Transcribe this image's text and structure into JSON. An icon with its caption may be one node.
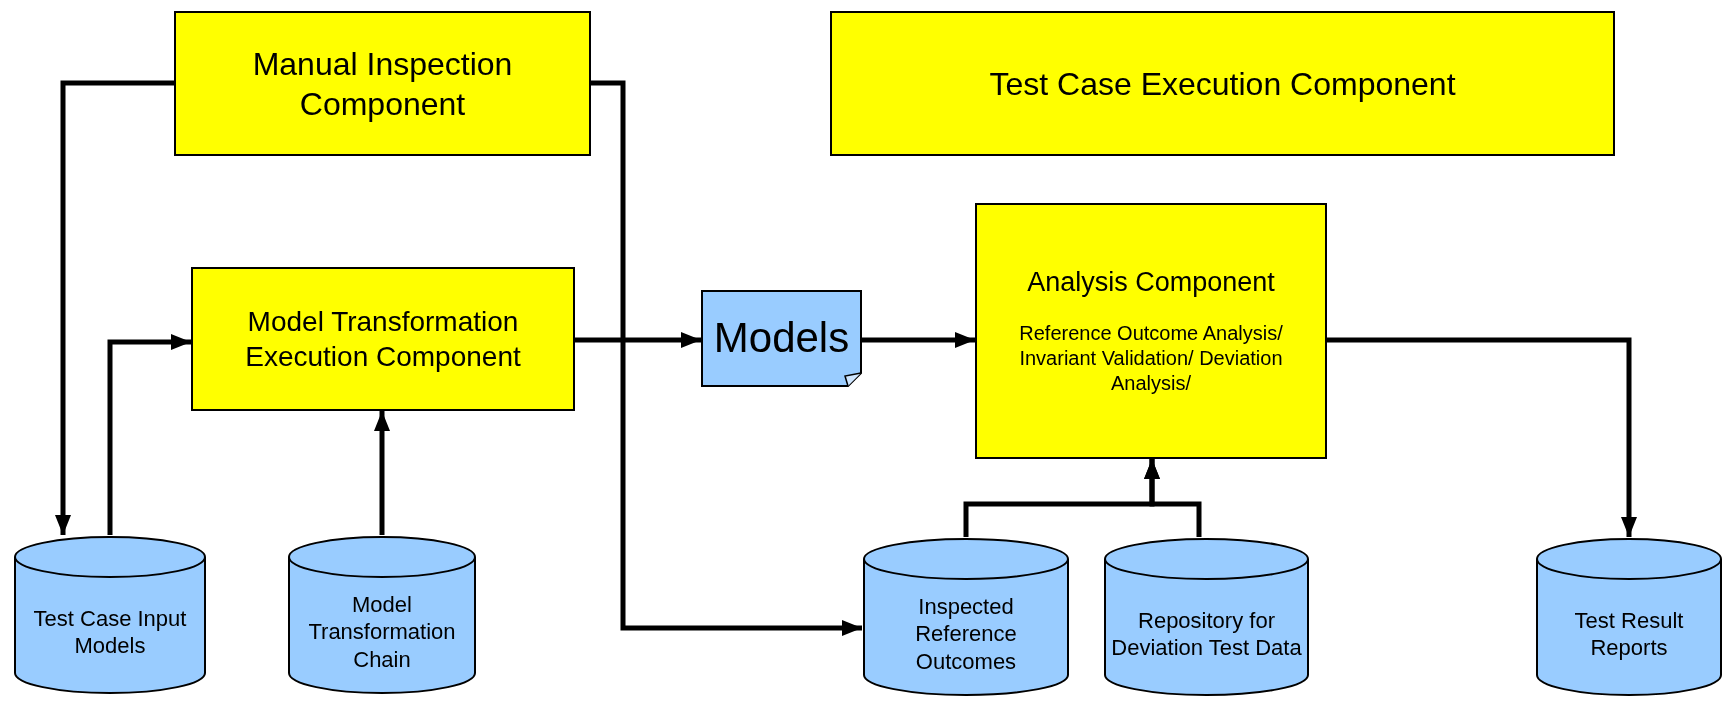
{
  "diagram": {
    "nodes": [
      {
        "text": [
          "Manual Inspection Component"
        ]
      },
      {
        "text": [
          "Test Case Execution Component"
        ]
      },
      {
        "text": [
          "Model Transformation Execution Component"
        ]
      },
      {
        "text": [
          "Models"
        ]
      },
      {
        "text": [
          "Analysis Component",
          "Reference Outcome Analysis/ Invariant Validation/ Deviation Analysis/"
        ]
      },
      {
        "text": [
          "Test Case Input Models"
        ]
      },
      {
        "text": [
          "Model Transformation Chain"
        ]
      },
      {
        "text": [
          "Inspected Reference Outcomes"
        ]
      },
      {
        "text": [
          "Repository for Deviation Test Data"
        ]
      },
      {
        "text": [
          "Test Result Reports"
        ]
      }
    ],
    "edges": [
      {
        "from": 0,
        "to": 5,
        "arrow": "to"
      },
      {
        "from": 5,
        "to": 2,
        "arrow": "to"
      },
      {
        "from": 6,
        "to": 2,
        "arrow": "to"
      },
      {
        "from": 2,
        "to": 3,
        "arrow": "to"
      },
      {
        "from": 0,
        "to": 7,
        "arrow": "to"
      },
      {
        "from": 3,
        "to": 4,
        "arrow": "to"
      },
      {
        "from": 4,
        "to": 9,
        "arrow": "to"
      },
      {
        "from": 7,
        "to": 4,
        "arrow": "to"
      },
      {
        "from": 8,
        "to": 4,
        "arrow": "to"
      }
    ]
  }
}
